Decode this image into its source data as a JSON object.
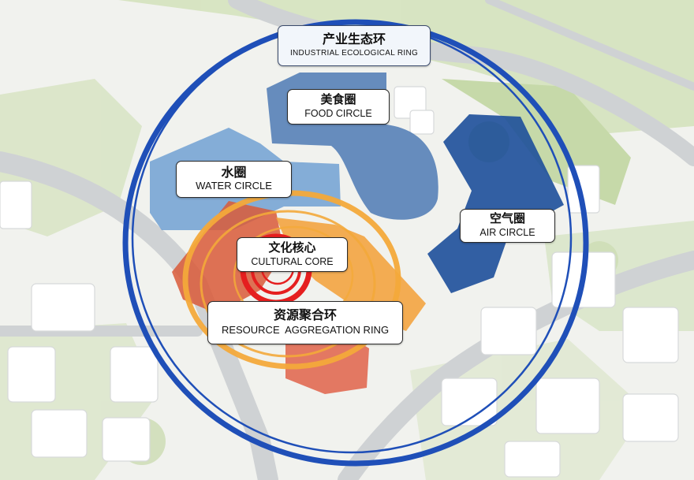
{
  "labels": {
    "industrial_ring": {
      "zh": "产业生态环",
      "en": "INDUSTRIAL ECOLOGICAL RING"
    },
    "food_circle": {
      "zh": "美食圈",
      "en": "FOOD CIRCLE"
    },
    "water_circle": {
      "zh": "水圈",
      "en": "WATER CIRCLE"
    },
    "air_circle": {
      "zh": "空气圈",
      "en": "AIR CIRCLE"
    },
    "cultural_core": {
      "zh": "文化核心",
      "en": "CULTURAL CORE"
    },
    "resource_ring": {
      "zh": "资源聚合环",
      "en": "RESOURCE  AGGREGATION RING"
    }
  },
  "colors": {
    "ring_blue": "#1f4fb8",
    "food_zone": "#3f6fb0",
    "water_zone": "#5a91cf",
    "air_zone": "#1d4f9a",
    "culture_zone": "#d95a38",
    "resource_zone": "#f2a23c",
    "core_ring": "#e51f1f",
    "resource_ring": "#f3a93a",
    "greenery": "#bcd39a",
    "road": "#cfd2d4"
  }
}
